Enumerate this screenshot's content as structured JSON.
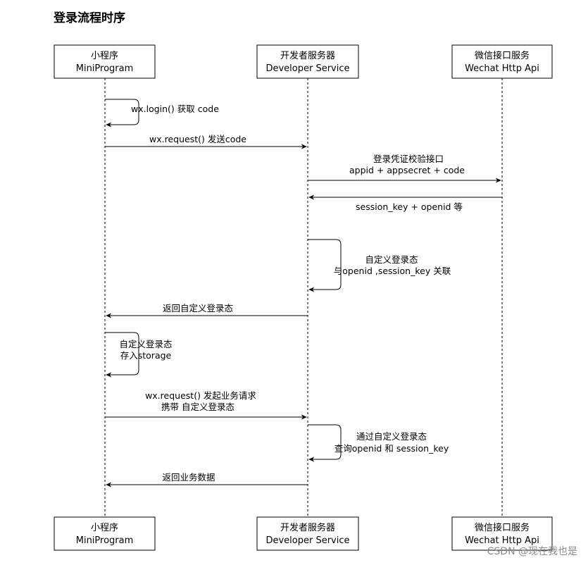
{
  "title": "登录流程时序",
  "participants": [
    {
      "line1": "小程序",
      "line2": "MiniProgram"
    },
    {
      "line1": "开发者服务器",
      "line2": "Developer Service"
    },
    {
      "line1": "微信接口服务",
      "line2": "Wechat Http Api"
    }
  ],
  "messages": [
    {
      "lines": [
        "wx.login() 获取 code"
      ]
    },
    {
      "lines": [
        "wx.request() 发送code"
      ]
    },
    {
      "lines": [
        "登录凭证校验接口",
        "appid + appsecret + code"
      ]
    },
    {
      "lines": [
        "session_key + openid 等"
      ]
    },
    {
      "lines": [
        "自定义登录态",
        "与openid ,session_key 关联"
      ]
    },
    {
      "lines": [
        "返回自定义登录态"
      ]
    },
    {
      "lines": [
        "自定义登录态",
        "存入storage"
      ]
    },
    {
      "lines": [
        "wx.request() 发起业务请求",
        "携带 自定义登录态"
      ]
    },
    {
      "lines": [
        "通过自定义登录态",
        "查询openid 和 session_key"
      ]
    },
    {
      "lines": [
        "返回业务数据"
      ]
    }
  ],
  "watermark": "CSDN @现在我也是"
}
